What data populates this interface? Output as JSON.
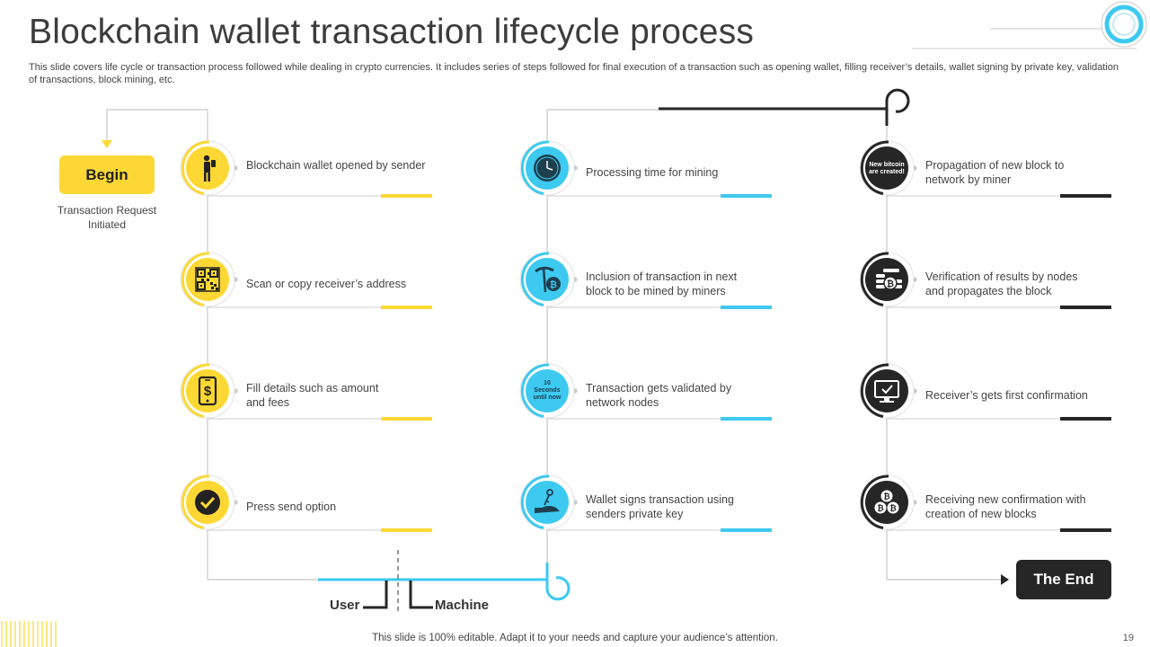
{
  "title": "Blockchain wallet transaction lifecycle process",
  "description": "This slide covers life cycle or transaction process followed while dealing in crypto currencies. It includes series of steps followed for final execution of a transaction such as opening wallet, filling receiver’s details, wallet signing by private key, validation of transactions, block mining, etc.",
  "begin": {
    "label": "Begin",
    "subtitle": "Transaction Request Initiated"
  },
  "end": {
    "label": "The End"
  },
  "columns": [
    {
      "name": "user-column",
      "accent": "#fdd835",
      "steps": [
        {
          "text": "Blockchain wallet opened by sender",
          "icon": "person-phone-icon"
        },
        {
          "text": "Scan or copy receiver’s address",
          "icon": "qr-code-icon"
        },
        {
          "text": "Fill details such as amount and fees",
          "icon": "mobile-dollar-icon"
        },
        {
          "text": "Press send option",
          "icon": "check-icon"
        }
      ]
    },
    {
      "name": "machine-column",
      "accent": "#3ec9f0",
      "steps": [
        {
          "text": "Processing time for mining",
          "icon": "clock-icon"
        },
        {
          "text": "Inclusion of transaction in next block to be mined by miners",
          "icon": "pickaxe-bitcoin-icon"
        },
        {
          "text": "Transaction gets validated by network nodes",
          "icon": "timer-label-icon",
          "icon_text": "10 Seconds until now"
        },
        {
          "text": "Wallet signs transaction using senders private key",
          "icon": "hand-key-icon"
        }
      ]
    },
    {
      "name": "network-column",
      "accent": "#262626",
      "steps": [
        {
          "text": "Propagation of new block to network by miner",
          "icon": "new-bitcoin-label-icon",
          "icon_text": "New bitcoin are created!"
        },
        {
          "text": "Verification of results by nodes and propagates the block",
          "icon": "coin-stack-icon"
        },
        {
          "text": "Receiver’s gets first confirmation",
          "icon": "monitor-check-icon"
        },
        {
          "text": "Receiving new confirmation with creation of new blocks",
          "icon": "bitcoins-icon"
        }
      ]
    }
  ],
  "legend": {
    "user": "User",
    "machine": "Machine"
  },
  "footer": "This slide is 100% editable. Adapt it to your needs and capture your audience’s attention.",
  "page_number": "19",
  "colors": {
    "yellow": "#fdd835",
    "cyan": "#3ec9f0",
    "dark": "#262626",
    "line": "#c8c8c8"
  }
}
